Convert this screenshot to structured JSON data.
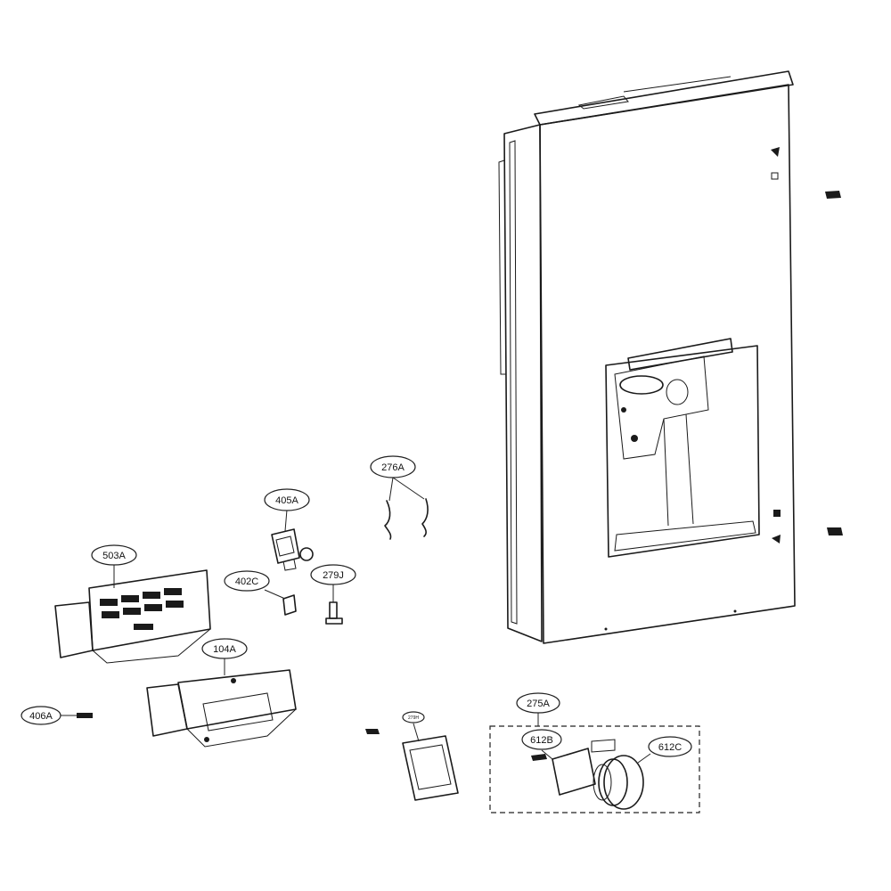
{
  "diagram": {
    "callouts": [
      {
        "id": "c276a",
        "label": "276A"
      },
      {
        "id": "c405a",
        "label": "405A"
      },
      {
        "id": "c503a",
        "label": "503A"
      },
      {
        "id": "c402c",
        "label": "402C"
      },
      {
        "id": "c279j",
        "label": "279J"
      },
      {
        "id": "c104a",
        "label": "104A"
      },
      {
        "id": "c406a",
        "label": "406A"
      },
      {
        "id": "c275a",
        "label": "275A"
      },
      {
        "id": "c612b",
        "label": "612B"
      },
      {
        "id": "c612c",
        "label": "612C"
      },
      {
        "id": "csmall",
        "label": "279H"
      }
    ]
  }
}
